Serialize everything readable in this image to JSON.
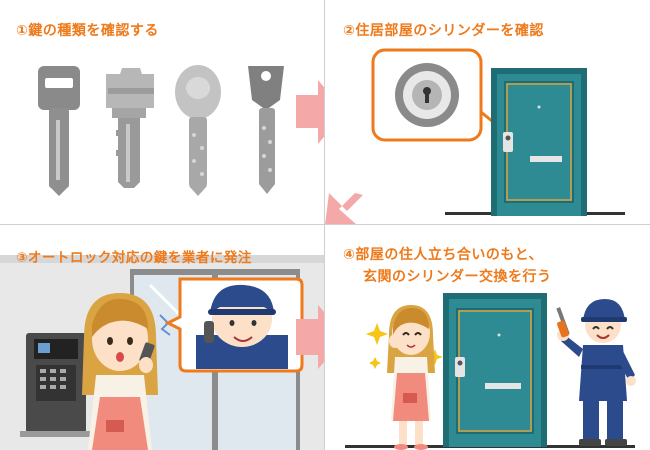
{
  "steps": [
    {
      "title": "①鍵の種類を確認する"
    },
    {
      "title": "②住居部屋のシリンダーを確認"
    },
    {
      "title": "③オートロック対応の鍵を業者に発注"
    },
    {
      "title_line1": "④部屋の住人立ち合いのもと、",
      "title_line2": "玄関のシリンダー交換を行う"
    }
  ],
  "colors": {
    "accent_orange": "#ee7a1b",
    "door_teal": "#2e8b93",
    "arrow_pink": "#f4a8a8",
    "uniform_navy": "#2b4b8c",
    "key_gray": "#9a9a9a"
  }
}
